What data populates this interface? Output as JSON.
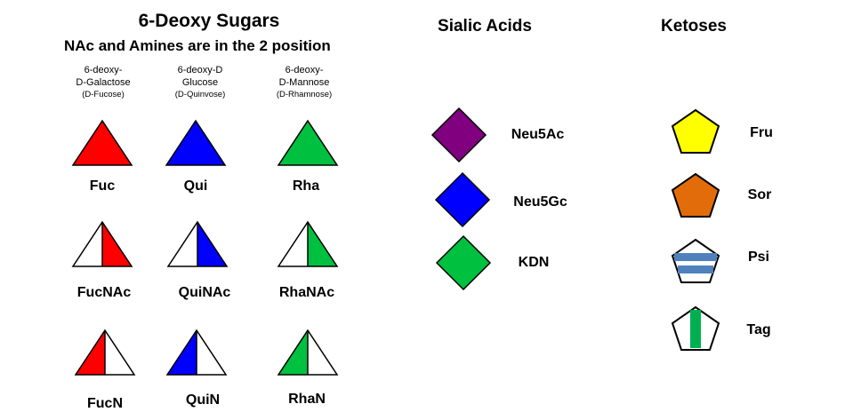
{
  "colors": {
    "fuc_red": "#ff0000",
    "qui_blue": "#0000ff",
    "rha_green": "#00c040",
    "neu5ac_purple": "#800080",
    "neu5gc_blue": "#0000ff",
    "kdn_green": "#00c040",
    "fru_yellow": "#ffff00",
    "sor_orange": "#e36c0a",
    "psi_blue": "#4f81bd",
    "tag_green": "#00b050",
    "outline": "#000000"
  },
  "deoxy": {
    "title": "6-Deoxy Sugars",
    "subtitle": "NAc and Amines are in the 2 position",
    "columns": [
      {
        "line1": "6-deoxy-",
        "line2": "D-Galactose",
        "line3": "(D-Fucose)"
      },
      {
        "line1": "6-deoxy-D",
        "line2": "Glucose",
        "line3": "(D-Quinvose)"
      },
      {
        "line1": "6-deoxy-",
        "line2": "D-Mannose",
        "line3": "(D-Rhamnose)"
      }
    ],
    "rows": [
      {
        "pattern": "full",
        "labels": [
          "Fuc",
          "Qui",
          "Rha"
        ]
      },
      {
        "pattern": "right-half",
        "labels": [
          "FucNAc",
          "QuiNAc",
          "RhaNAc"
        ]
      },
      {
        "pattern": "left-half",
        "labels": [
          "FucN",
          "QuiN",
          "RhaN"
        ]
      }
    ]
  },
  "sialic": {
    "title": "Sialic Acids",
    "items": [
      {
        "label": "Neu5Ac",
        "color_key": "neu5ac_purple"
      },
      {
        "label": "Neu5Gc",
        "color_key": "neu5gc_blue"
      },
      {
        "label": "KDN",
        "color_key": "kdn_green"
      }
    ]
  },
  "ketoses": {
    "title": "Ketoses",
    "items": [
      {
        "label": "Fru",
        "style": "filled",
        "color_key": "fru_yellow"
      },
      {
        "label": "Sor",
        "style": "filled",
        "color_key": "sor_orange"
      },
      {
        "label": "Psi",
        "style": "horizontal-bars",
        "color_key": "psi_blue"
      },
      {
        "label": "Tag",
        "style": "vertical-bar",
        "color_key": "tag_green"
      }
    ]
  }
}
